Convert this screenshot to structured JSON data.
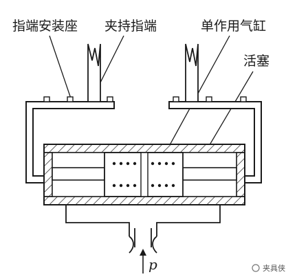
{
  "labels": {
    "finger_seat": "指端安装座",
    "clamp_finger": "夹持指端",
    "single_acting_cylinder": "单作用气缸",
    "piston": "活塞",
    "pressure": "p"
  },
  "watermark": "夹具侠",
  "colors": {
    "line": "#1a1a1a",
    "background": "#ffffff"
  }
}
